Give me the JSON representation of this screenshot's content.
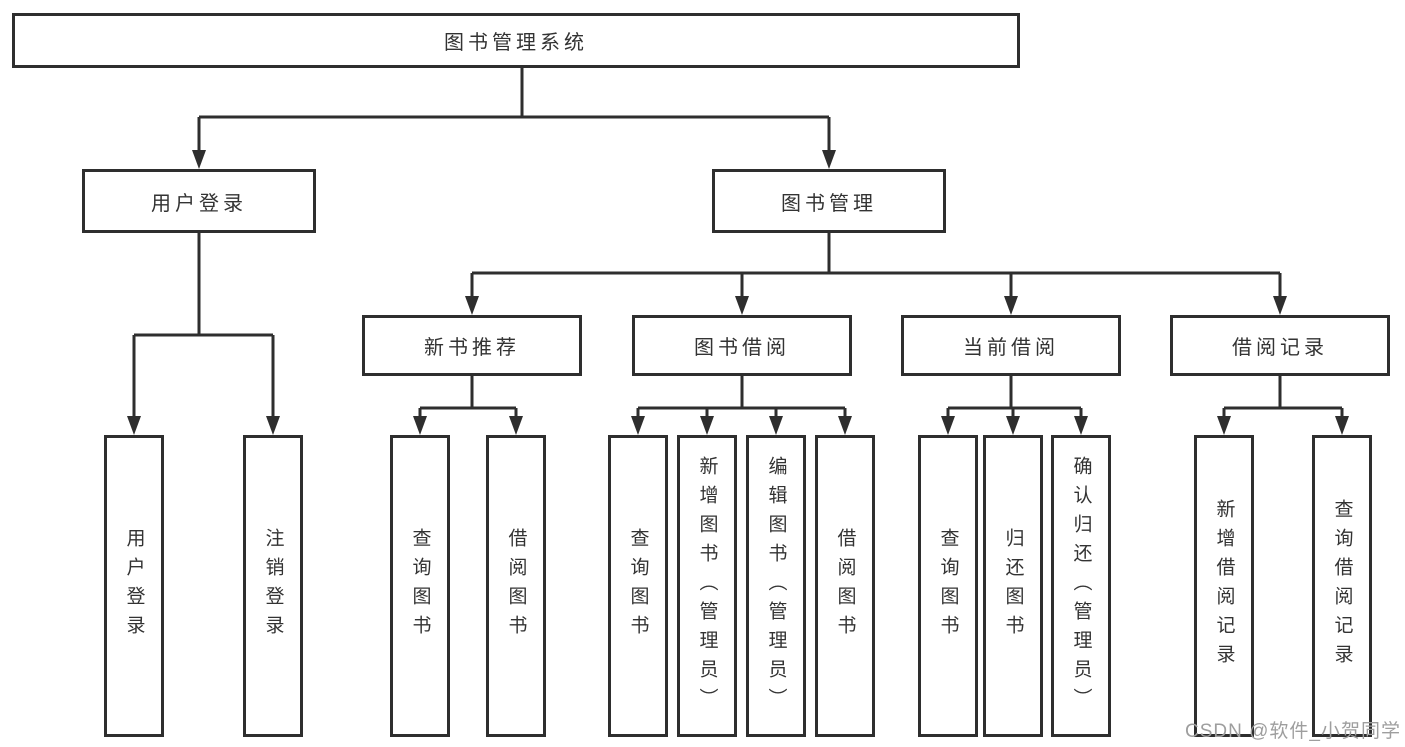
{
  "tree": {
    "label": "图书管理系统",
    "children": [
      {
        "label": "用户登录",
        "children": [
          {
            "label": "用户登录"
          },
          {
            "label": "注销登录"
          }
        ]
      },
      {
        "label": "图书管理",
        "children": [
          {
            "label": "新书推荐",
            "children": [
              {
                "label": "查询图书"
              },
              {
                "label": "借阅图书"
              }
            ]
          },
          {
            "label": "图书借阅",
            "children": [
              {
                "label": "查询图书"
              },
              {
                "label": "新增图书（管理员）"
              },
              {
                "label": "编辑图书（管理员）"
              },
              {
                "label": "借阅图书"
              }
            ]
          },
          {
            "label": "当前借阅",
            "children": [
              {
                "label": "查询图书"
              },
              {
                "label": "归还图书"
              },
              {
                "label": "确认归还（管理员）"
              }
            ]
          },
          {
            "label": "借阅记录",
            "children": [
              {
                "label": "新增借阅记录"
              },
              {
                "label": "查询借阅记录"
              }
            ]
          }
        ]
      }
    ]
  },
  "watermark": {
    "text": "CSDN @软件_小贺同学"
  },
  "colors": {
    "line": "#2e2e2e",
    "text": "#333333",
    "watermark_text": "#9e9e9e",
    "background": "#ffffff"
  }
}
